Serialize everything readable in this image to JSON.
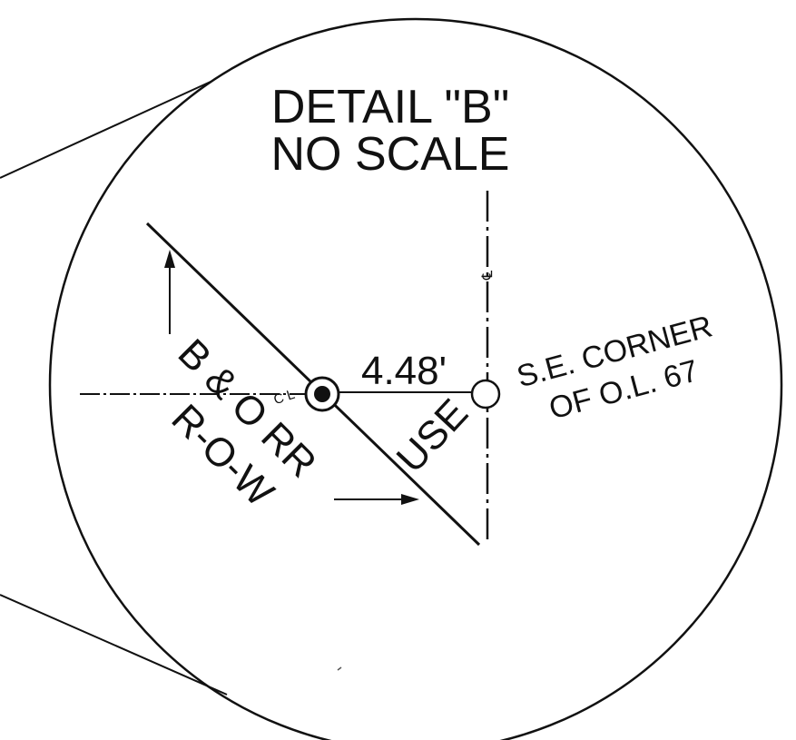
{
  "detail": {
    "title": "DETAIL \"B\"",
    "scale_note": "NO SCALE"
  },
  "labels": {
    "row_line1": "B & O RR",
    "row_line2": "R-O-W",
    "centerline_mark": "C L",
    "dimension": "4.48'",
    "use": "USE",
    "corner_line1": "S.E. CORNER",
    "corner_line2": "OF O.L. 67",
    "centerline_symbol": "℄"
  },
  "colors": {
    "ink": "#111111",
    "background": "#ffffff"
  }
}
